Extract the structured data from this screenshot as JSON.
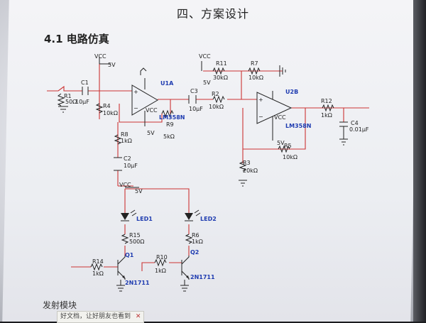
{
  "document": {
    "heading": "四、方案设计",
    "subheading": "4.1 电路仿真",
    "section_label": "发射模块"
  },
  "toast": {
    "text": "好文档，让好朋友也看到",
    "close_glyph": "✕"
  },
  "schematic": {
    "vcc_labels": [
      "VCC",
      "VCC",
      "VCC"
    ],
    "voltage_labels": [
      "5V",
      "5V",
      "5V",
      "5V",
      "5V"
    ],
    "opamps": [
      {
        "name": "U1A",
        "part": "LM358N"
      },
      {
        "name": "U2B",
        "part": "LM358N"
      }
    ],
    "pin_vcc_labels": [
      "VCC",
      "VCC"
    ],
    "resistors": [
      {
        "ref": "R1",
        "value": "50Ω"
      },
      {
        "ref": "R4",
        "value": "10kΩ"
      },
      {
        "ref": "R8",
        "value": "1kΩ"
      },
      {
        "ref": "R9",
        "value": "5kΩ"
      },
      {
        "ref": "R11",
        "value": "30kΩ"
      },
      {
        "ref": "R7",
        "value": "10kΩ"
      },
      {
        "ref": "R2",
        "value": "10kΩ"
      },
      {
        "ref": "R5",
        "value": "10kΩ"
      },
      {
        "ref": "R3",
        "value": "20kΩ"
      },
      {
        "ref": "R12",
        "value": "1kΩ"
      },
      {
        "ref": "R15",
        "value": "500Ω"
      },
      {
        "ref": "R6",
        "value": "1kΩ"
      },
      {
        "ref": "R14",
        "value": "1kΩ"
      },
      {
        "ref": "R10",
        "value": "1kΩ"
      }
    ],
    "capacitors": [
      {
        "ref": "C1",
        "value": "10μF"
      },
      {
        "ref": "C2",
        "value": "10μF"
      },
      {
        "ref": "C3",
        "value": "10μF"
      },
      {
        "ref": "C4",
        "value": "0.01μF"
      }
    ],
    "leds": [
      "LED1",
      "LED2"
    ],
    "transistors": [
      {
        "ref": "Q1",
        "part": "2N1711"
      },
      {
        "ref": "Q2",
        "part": "2N1711"
      }
    ]
  }
}
